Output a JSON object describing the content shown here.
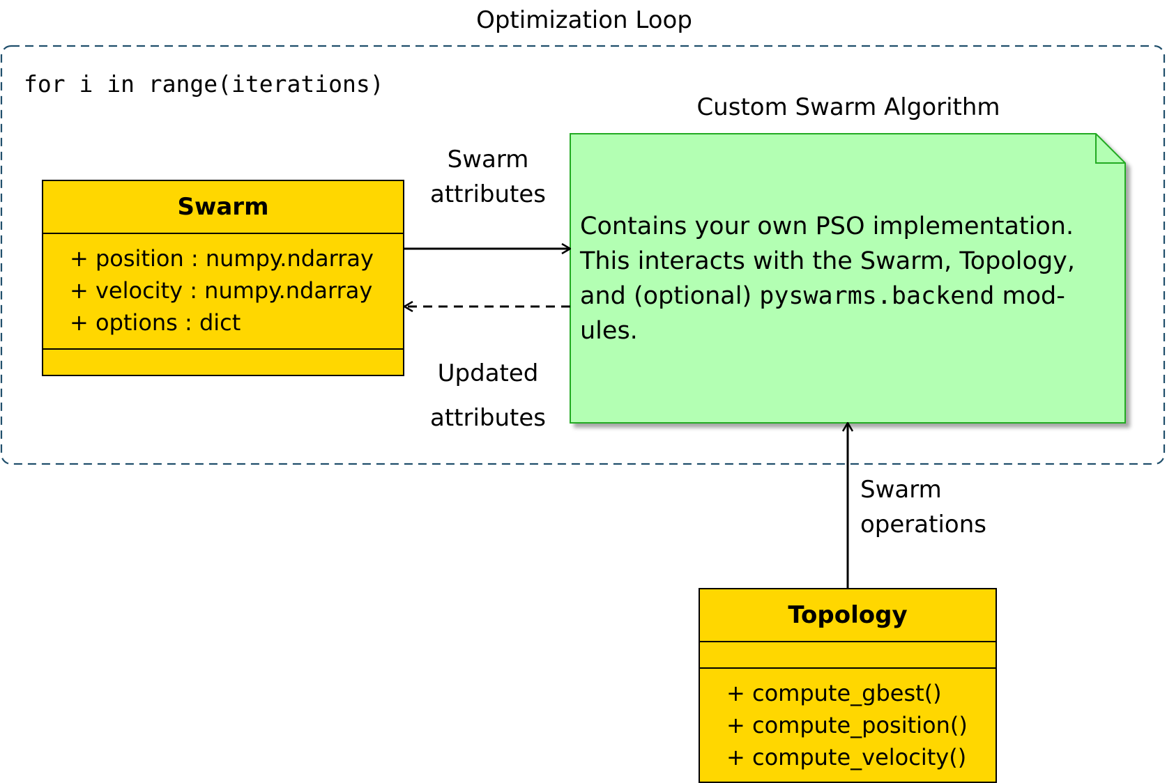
{
  "loop": {
    "title": "Optimization Loop",
    "code": "for i in range(iterations)"
  },
  "algorithm": {
    "title": "Custom Swarm Algorithm",
    "text_1": "Contains your own PSO implementation.",
    "text_2": "This interacts with the Swarm, Topology,",
    "text_3a": "and (optional) ",
    "text_3b": "pyswarms.backend",
    "text_3c": " mod-",
    "text_4": "ules."
  },
  "swarm": {
    "title": "Swarm",
    "attributes": [
      "+ position : numpy.ndarray",
      "+ velocity : numpy.ndarray",
      "+ options : dict"
    ]
  },
  "topology": {
    "title": "Topology",
    "methods": [
      "+ compute_gbest()",
      "+ compute_position()",
      "+ compute_velocity()"
    ]
  },
  "edges": {
    "swarm_attributes": [
      "Swarm",
      "attributes"
    ],
    "updated_attributes": [
      "Updated",
      "attributes"
    ],
    "swarm_operations": [
      "Swarm",
      "operations"
    ]
  },
  "colors": {
    "class_fill": "#FFD700",
    "note_fill": "#B3FFB3",
    "note_border": "#22AA22",
    "loop_border": "#1F4E6B"
  }
}
